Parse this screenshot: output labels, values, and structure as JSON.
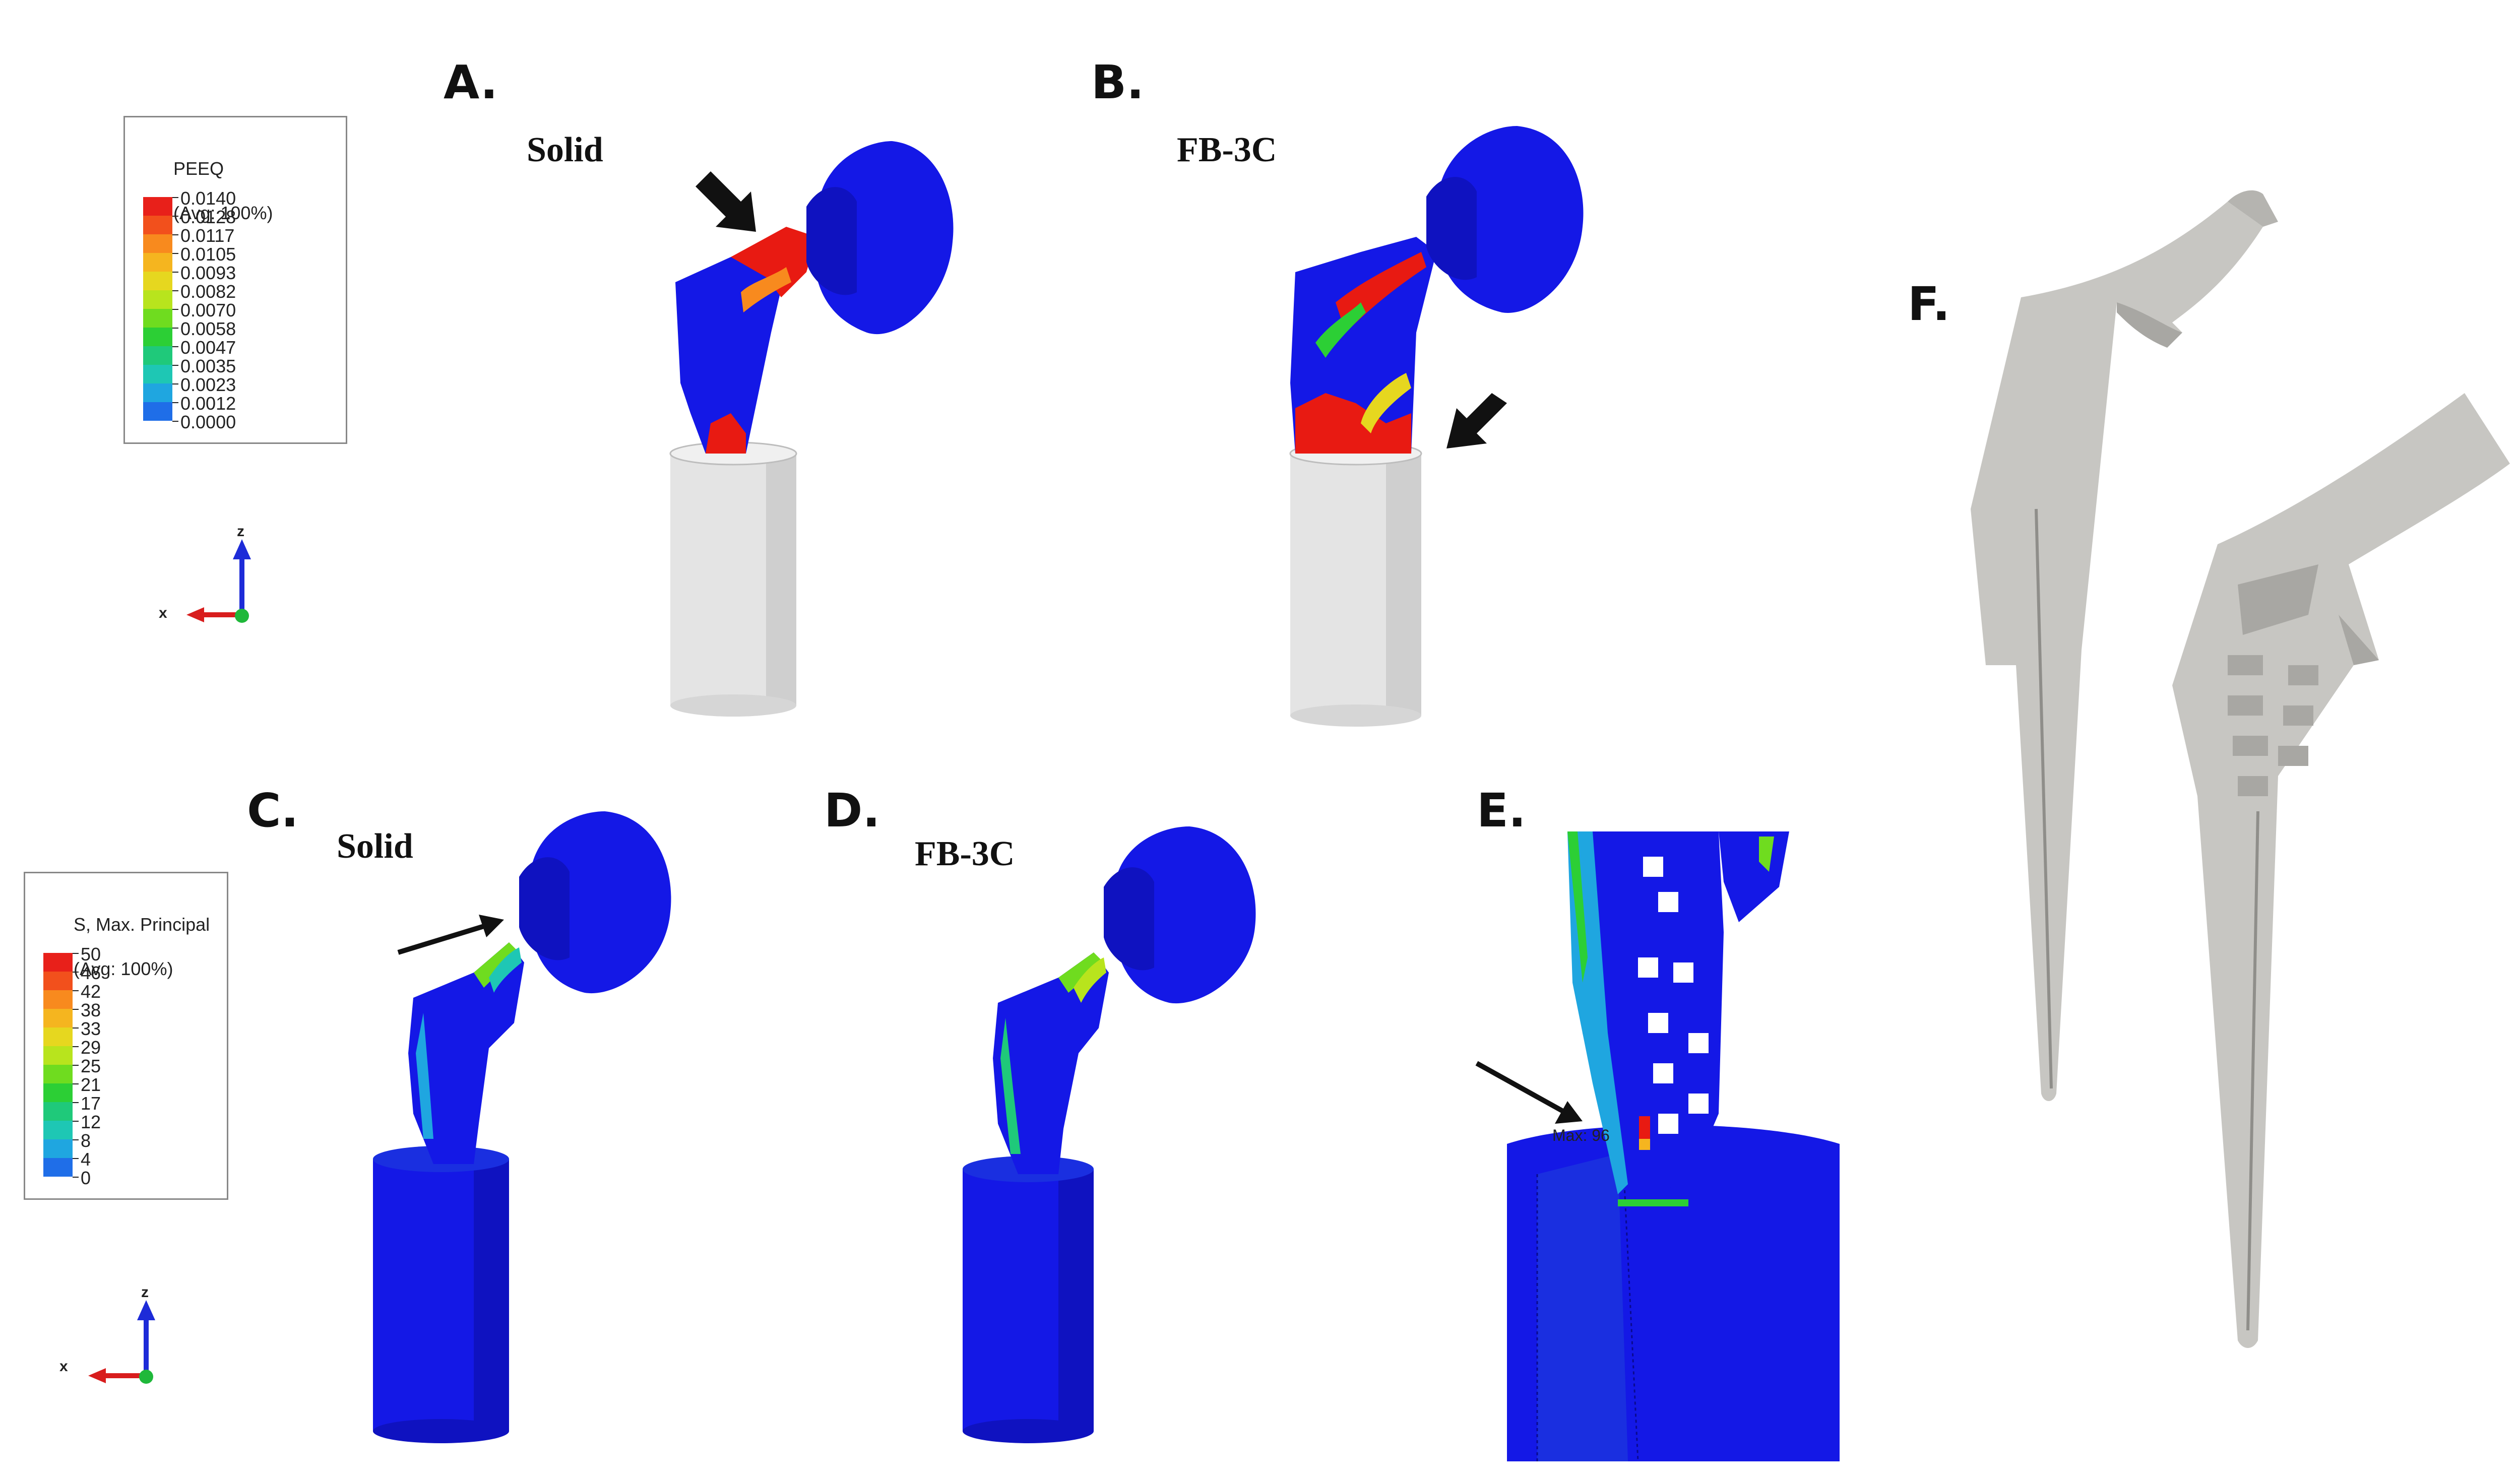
{
  "panels": {
    "a": {
      "letter": "A.",
      "title": "Solid"
    },
    "b": {
      "letter": "B.",
      "title": "FB-3C"
    },
    "c": {
      "letter": "C.",
      "title": "Solid"
    },
    "d": {
      "letter": "D.",
      "title": "FB-3C"
    },
    "e": {
      "letter": "E.",
      "max_label": "Max: 96"
    },
    "f": {
      "letter": "F."
    }
  },
  "legend_peeq": {
    "title_line1": "PEEQ",
    "title_line2": "(Avg: 100%)",
    "values": [
      "0.0140",
      "0.0128",
      "0.0117",
      "0.0105",
      "0.0093",
      "0.0082",
      "0.0070",
      "0.0058",
      "0.0047",
      "0.0035",
      "0.0023",
      "0.0012",
      "0.0000"
    ],
    "colors": [
      "#e8201a",
      "#f2501c",
      "#f88a1e",
      "#f5b51f",
      "#e6d71f",
      "#b8e41d",
      "#6fdc1f",
      "#2ccf35",
      "#1fc97a",
      "#1ec7b4",
      "#1fa6e0",
      "#1f6ee8",
      "#1a2fe0"
    ]
  },
  "legend_stress": {
    "title_line1": "S, Max. Principal",
    "title_line2": "(Avg: 100%)",
    "values": [
      "50",
      "46",
      "42",
      "38",
      "33",
      "29",
      "25",
      "21",
      "17",
      "12",
      "8",
      "4",
      "0"
    ],
    "colors": [
      "#e8201a",
      "#f2501c",
      "#f88a1e",
      "#f5b51f",
      "#e6d71f",
      "#b8e41d",
      "#6fdc1f",
      "#2ccf35",
      "#1fc97a",
      "#1ec7b4",
      "#1fa6e0",
      "#1f6ee8",
      "#1a2fe0"
    ]
  },
  "triad": {
    "z": "z",
    "x": "x"
  },
  "colors": {
    "model_blue": "#1418e6",
    "plastic_red": "#e81a12",
    "cylinder_gray": "#e4e4e4",
    "implant_gray": "#c7c6c2"
  }
}
